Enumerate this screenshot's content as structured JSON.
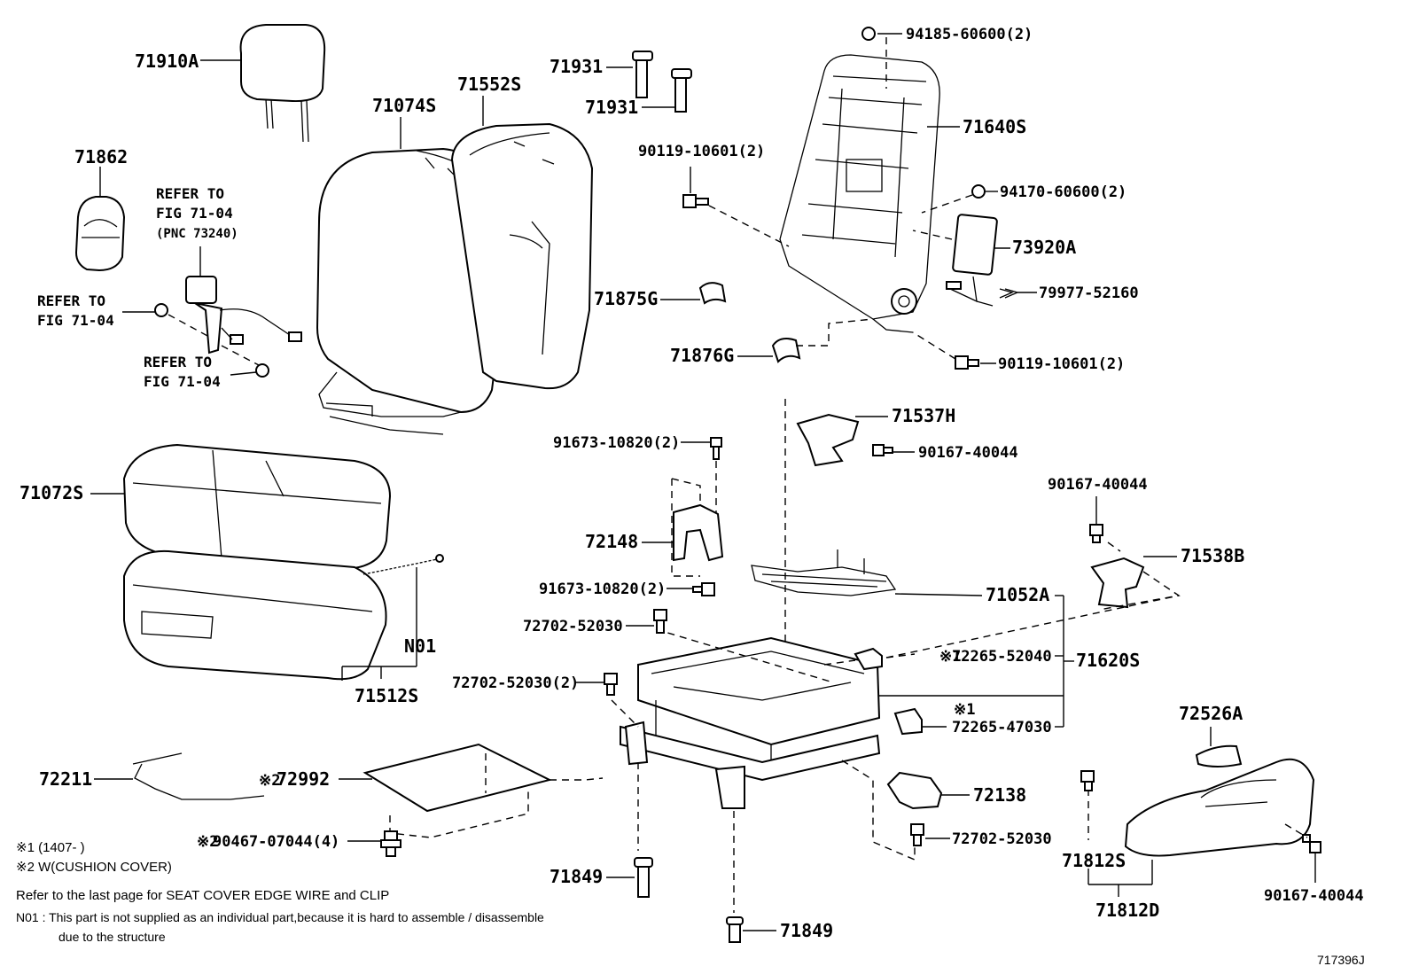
{
  "labels": {
    "p71910A": "71910A",
    "p71862": "71862",
    "p71074S": "71074S",
    "p71552S": "71552S",
    "p71931a": "71931",
    "p71931b": "71931",
    "p94185": "94185-60600(2)",
    "p71640S": "71640S",
    "p90119a": "90119-10601(2)",
    "p94170": "94170-60600(2)",
    "p73920A": "73920A",
    "p79977": "79977-52160",
    "p71875G": "71875G",
    "p71876G": "71876G",
    "p90119b": "90119-10601(2)",
    "p71537H": "71537H",
    "p90167a": "90167-40044",
    "p91673a": "91673-10820(2)",
    "p72148": "72148",
    "p91673b": "91673-10820(2)",
    "p90167b": "90167-40044",
    "p71538B": "71538B",
    "p71052A": "71052A",
    "p71072S": "71072S",
    "pN01": "N01",
    "p71512S": "71512S",
    "p72702a": "72702-52030",
    "p72702b": "72702-52030(2)",
    "p72265a": "72265-52040",
    "p71620S": "71620S",
    "p72265b": "72265-47030",
    "p72526A": "72526A",
    "p72211": "72211",
    "p72992": "72992",
    "p72138": "72138",
    "p72702c": "72702-52030",
    "p90467": "90467-07044(4)",
    "p71812S": "71812S",
    "p71849a": "71849",
    "p71849b": "71849",
    "p71812D": "71812D",
    "p90167c": "90167-40044"
  },
  "refs": {
    "r1a": "REFER TO",
    "r1b": "FIG 71-04",
    "r1c": "(PNC 73240)",
    "r2a": "REFER TO",
    "r2b": "FIG 71-04",
    "r3a": "REFER TO",
    "r3b": "FIG 71-04"
  },
  "marks": {
    "m1": "※1",
    "m2": "※1",
    "m3": "※2",
    "m4": "※2"
  },
  "notes": {
    "n1": "※1 (1407-      )",
    "n2": "※2 W(CUSHION COVER)",
    "n3": "Refer to the last page for SEAT COVER EDGE WIRE and CLIP",
    "n4": "N01 : This part is not supplied as an individual part,because it is hard to assemble / disassemble",
    "n5": "due to the structure",
    "fig": "717396J"
  }
}
